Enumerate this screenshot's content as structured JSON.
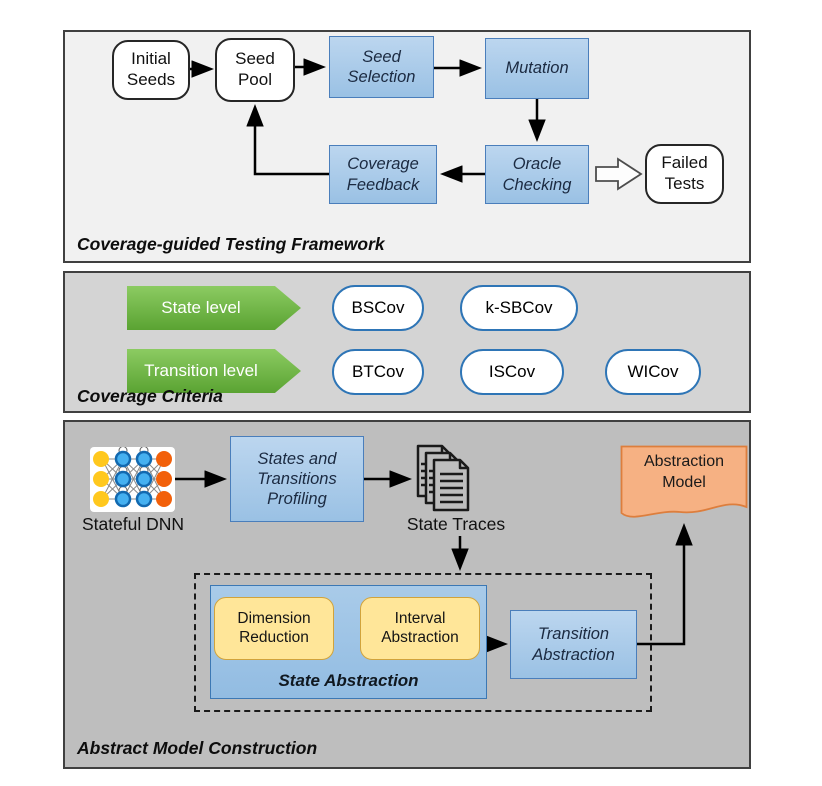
{
  "framework": {
    "title": "Coverage-guided Testing Framework",
    "nodes": {
      "initial_seeds": "Initial\nSeeds",
      "seed_pool": "Seed\nPool",
      "seed_selection": "Seed\nSelection",
      "mutation": "Mutation",
      "coverage_feedback": "Coverage\nFeedback",
      "oracle_checking": "Oracle\nChecking",
      "failed_tests": "Failed\nTests"
    }
  },
  "criteria": {
    "title": "Coverage Criteria",
    "levels": [
      {
        "label": "State level"
      },
      {
        "label": "Transition level"
      }
    ],
    "state_metrics": [
      "BSCov",
      "k-SBCov"
    ],
    "transition_metrics": [
      "BTCov",
      "ISCov",
      "WICov"
    ]
  },
  "construction": {
    "title": "Abstract Model Construction",
    "stateful_dnn": "Stateful DNN",
    "profiling": "States and\nTransitions\nProfiling",
    "state_traces": "State Traces",
    "abstraction_model": "Abstraction\nModel",
    "dimension_reduction": "Dimension\nReduction",
    "interval_abstraction": "Interval\nAbstraction",
    "state_abstraction": "State Abstraction",
    "transition_abstraction": "Transition\nAbstraction"
  },
  "icons": {
    "dnn": "dnn-icon",
    "documents": "document-stack-icon",
    "block_arrow": "block-arrow-icon"
  },
  "colors": {
    "process_blue_fill": "#9ac1e4",
    "process_blue_border": "#4a7ebb",
    "yellow_fill": "#ffe699",
    "yellow_border": "#d1a33c",
    "orange_model_fill": "#f6b183",
    "orange_model_border": "#dd7e3d",
    "green_level": "#5aa332",
    "pill_border": "#2e75b6",
    "panel_light": "#f1f1f1",
    "panel_gray": "#bebebe"
  }
}
